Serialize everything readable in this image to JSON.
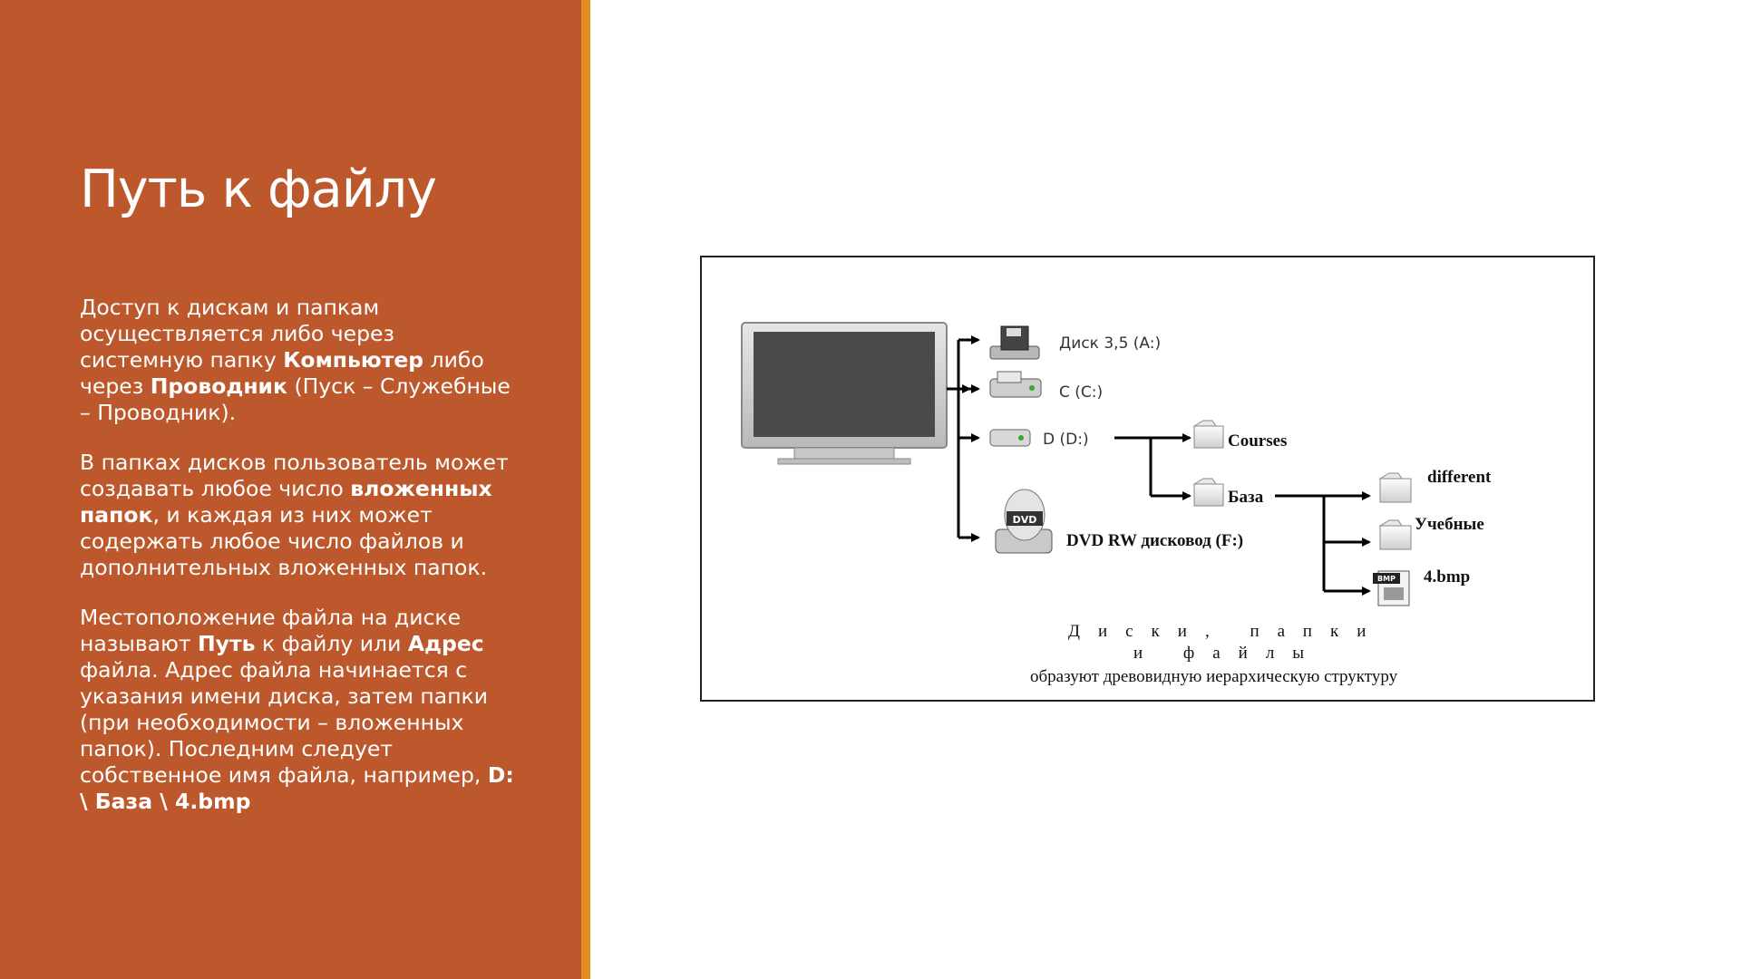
{
  "slide": {
    "title": "Путь к файлу",
    "paragraphs": {
      "p1": {
        "t1": "Доступ к дискам и папкам осуществляется либо через системную папку ",
        "b1": "Компьютер",
        "t2": " либо через ",
        "b2": "Проводник",
        "t3": " (Пуск – Служебные – Проводник)."
      },
      "p2": {
        "t1": "В папках дисков пользователь может создавать любое число ",
        "b1": "вложенных папок",
        "t2": ", и каждая из них может содержать любое число файлов и дополнительных вложенных папок."
      },
      "p3": {
        "t1": "Местоположение файла на диске называют ",
        "b1": "Путь",
        "t2": " к файлу или ",
        "b2": "Адрес",
        "t3": " файла. Адрес файла начинается с указания имени диска, затем папки (при необходимости – вложенных папок). Последним следует собственное имя файла, например, ",
        "b3": "D: \\ База \\ 4.bmp"
      }
    }
  },
  "diagram": {
    "drives": {
      "floppy": "Диск 3,5 (A:)",
      "c": "C (C:)",
      "d": "D (D:)",
      "dvd": "DVD RW дисковод (F:)"
    },
    "folders": {
      "courses": "Courses",
      "baza": "База",
      "different": "different",
      "uchebnye": "Учебные"
    },
    "file": {
      "name": "4.bmp",
      "icon_text": "BMP"
    },
    "dvd_icon_text": "DVD",
    "caption": {
      "line1": "Диски, папки",
      "line2": "и файлы",
      "line3": "образуют древовидную иерархическую структуру"
    }
  },
  "colors": {
    "panel": "#bd582c",
    "accent": "#e48b24"
  }
}
